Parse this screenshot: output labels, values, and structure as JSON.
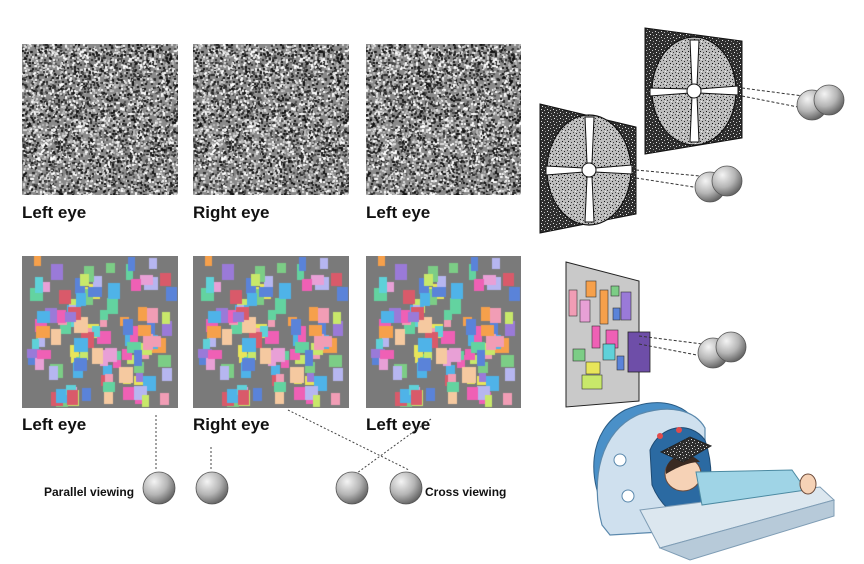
{
  "labels": {
    "top_row": [
      "Left eye",
      "Right eye",
      "Left eye"
    ],
    "bottom_row": [
      "Left eye",
      "Right eye",
      "Left eye"
    ]
  },
  "viewing": {
    "parallel": "Parallel viewing",
    "cross": "Cross viewing"
  },
  "colors": {
    "random_dot_bg": "#8a8a8a",
    "mosaic_bg": "#7a7a7a",
    "scanner_blue": "#4a90c8",
    "scanner_bed": "#dce7ef",
    "patient_shirt": "#9fd4e6"
  }
}
